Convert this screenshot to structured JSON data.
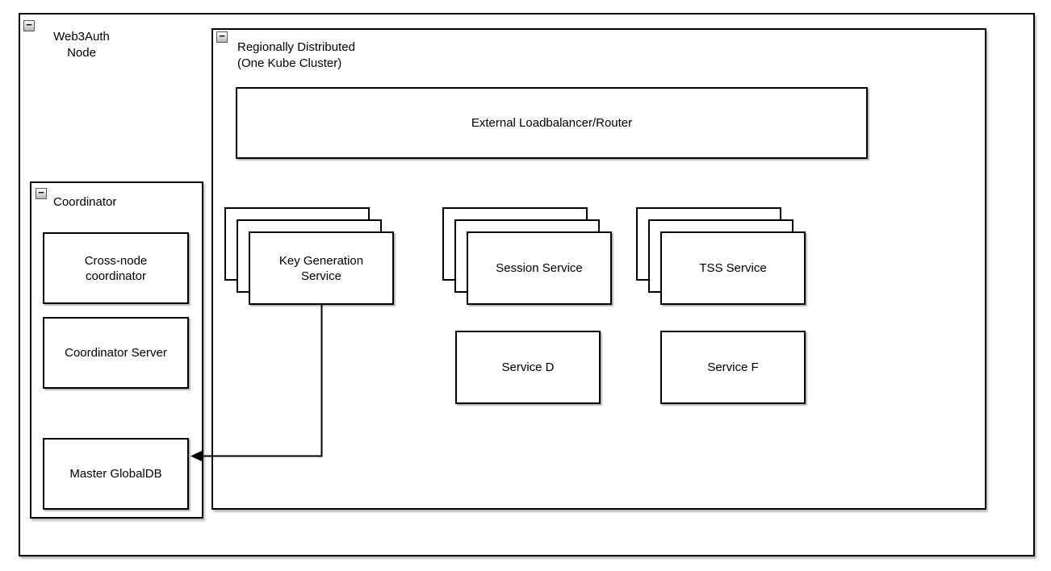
{
  "colors": {
    "canvas_bg": "#ffffff",
    "shape_fill": "#ffffff",
    "shape_border": "#000000",
    "connector": "#000000"
  },
  "icons": {
    "collapse_glyph": "−"
  },
  "containers": {
    "web3auth": {
      "label": "Web3Auth\nNode"
    },
    "regional": {
      "label": "Regionally Distributed\n (One Kube Cluster)"
    },
    "coordinator": {
      "label": "Coordinator"
    }
  },
  "nodes": {
    "external_lb": {
      "label": "External Loadbalancer/Router"
    },
    "keygen": {
      "label": "Key Generation\nService",
      "stack_count": 3
    },
    "session": {
      "label": "Session Service",
      "stack_count": 3
    },
    "tss": {
      "label": "TSS Service",
      "stack_count": 3
    },
    "service_d": {
      "label": "Service D"
    },
    "service_f": {
      "label": "Service F"
    },
    "cross_node": {
      "label": "Cross-node\ncoordinator"
    },
    "coord_server": {
      "label": "Coordinator Server"
    },
    "master_db": {
      "label": "Master GlobalDB"
    }
  },
  "edges": [
    {
      "from": "Key Generation Service",
      "to": "Master GlobalDB",
      "style": "orthogonal",
      "arrow": "filled-left"
    }
  ]
}
